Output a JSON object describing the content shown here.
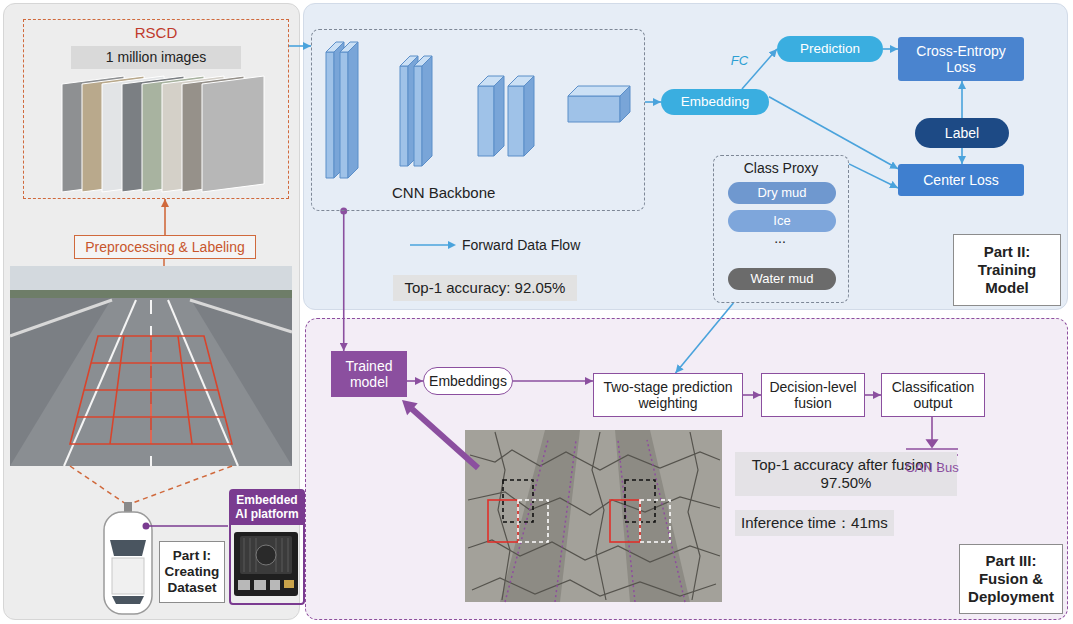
{
  "diagram": {
    "nodes": [
      {
        "text": [
          "Part I: Creating Dataset"
        ]
      },
      {
        "text": [
          "RSCD",
          "1 million images"
        ],
        "in": 0
      },
      {
        "text": [
          "Preprocessing & Labeling"
        ],
        "in": 0
      },
      {
        "text": [
          "Embedded AI platform"
        ],
        "in": 0
      },
      {
        "text": [
          "Part II: Training Model"
        ]
      },
      {
        "text": [
          "CNN Backbone"
        ],
        "in": 4
      },
      {
        "text": [
          "Embedding"
        ],
        "in": 4
      },
      {
        "text": [
          "Prediction"
        ],
        "in": 4
      },
      {
        "text": [
          "Cross-Entropy Loss"
        ],
        "in": 4
      },
      {
        "text": [
          "Label"
        ],
        "in": 4
      },
      {
        "text": [
          "Center Loss"
        ],
        "in": 4
      },
      {
        "text": [
          "Class Proxy"
        ],
        "in": 4
      },
      {
        "text": [
          "Dry mud"
        ],
        "in": 11
      },
      {
        "text": [
          "Ice"
        ],
        "in": 11
      },
      {
        "text": [
          "Water mud"
        ],
        "in": 11
      },
      {
        "text": [
          "Part III: Fusion & Deployment"
        ]
      },
      {
        "text": [
          "Trained model"
        ],
        "in": 15
      },
      {
        "text": [
          "Embeddings"
        ],
        "in": 15
      },
      {
        "text": [
          "Two-stage prediction weighting"
        ],
        "in": 15
      },
      {
        "text": [
          "Decision-level fusion"
        ],
        "in": 15
      },
      {
        "text": [
          "Classification output"
        ],
        "in": 15
      }
    ],
    "edges": [
      {
        "from": 2,
        "to": 1,
        "arrow": "to"
      },
      {
        "from": 1,
        "to": 5,
        "arrow": "to"
      },
      {
        "from": 5,
        "to": 6,
        "arrow": "to"
      },
      {
        "from": 6,
        "to": 7,
        "arrow": "to",
        "label": "FC"
      },
      {
        "from": 7,
        "to": 8,
        "arrow": "to"
      },
      {
        "from": 9,
        "to": 8,
        "arrow": "to"
      },
      {
        "from": 9,
        "to": 10,
        "arrow": "to"
      },
      {
        "from": 6,
        "to": 10,
        "arrow": "to"
      },
      {
        "from": 11,
        "to": 10,
        "arrow": "to"
      },
      {
        "from": 5,
        "to": 16,
        "arrow": "to"
      },
      {
        "from": 11,
        "to": 18,
        "arrow": "to"
      },
      {
        "from": 16,
        "to": 17,
        "arrow": "to"
      },
      {
        "from": 17,
        "to": 18,
        "arrow": "to"
      },
      {
        "from": 18,
        "to": 19,
        "arrow": "to"
      },
      {
        "from": 19,
        "to": 20,
        "arrow": "to"
      }
    ],
    "labels": [
      "...",
      "Top-1 accuracy: 92.05%",
      "Top-1 accuracy after fusion : 97.50%",
      "Inference time：41ms",
      "CAN Bus"
    ],
    "legend": [
      {
        "text": "Forward Data Flow"
      }
    ]
  }
}
